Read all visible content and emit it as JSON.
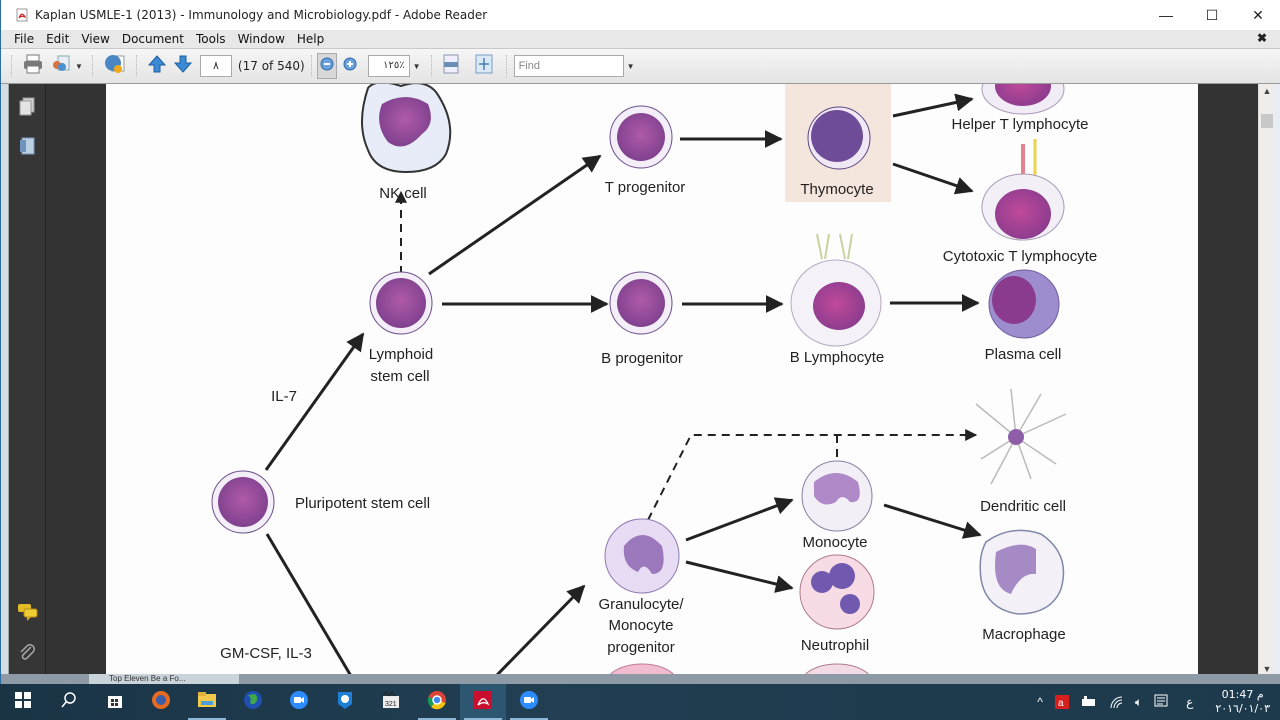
{
  "window": {
    "title": "Kaplan USMLE-1 (2013) - Immunology and Microbiology.pdf - Adobe Reader",
    "controls": {
      "minimize": "—",
      "maximize": "☐",
      "close": "✕"
    }
  },
  "menubar": {
    "items": [
      "File",
      "Edit",
      "View",
      "Document",
      "Tools",
      "Window",
      "Help"
    ],
    "close_doc": "✖"
  },
  "toolbar": {
    "page_input": "٨",
    "page_count": "(17 of 540)",
    "zoom_value": "١٢٥٪",
    "find_placeholder": "Find",
    "icons": [
      "print-icon",
      "share-icon",
      "collaborate-icon",
      "previous-page-icon",
      "next-page-icon",
      "zoom-out-icon",
      "zoom-in-icon",
      "fit-width-icon",
      "fit-page-icon"
    ]
  },
  "nav_pane": {
    "icons": [
      "pages-icon",
      "bookmarks-icon",
      "comments-icon",
      "attachments-icon"
    ]
  },
  "diagram": {
    "labels": {
      "nk_cell": "NK cell",
      "t_progenitor": "T progenitor",
      "thymocyte": "Thymocyte",
      "helper_t": "Helper T lymphocyte",
      "cytotoxic_t": "Cytotoxic T lymphocyte",
      "lymphoid_1": "Lymphoid",
      "lymphoid_2": "stem cell",
      "b_progenitor": "B progenitor",
      "b_lymphocyte": "B Lymphocyte",
      "plasma_cell": "Plasma cell",
      "il7": "IL-7",
      "pluripotent": "Pluripotent stem cell",
      "dendritic": "Dendritic cell",
      "monocyte": "Monocyte",
      "macrophage": "Macrophage",
      "gm_1": "Granulocyte/",
      "gm_2": "Monocyte",
      "gm_3": "progenitor",
      "neutrophil": "Neutrophil",
      "gmcsf": "GM-CSF, IL-3"
    },
    "colors": {
      "nucleus": "#8a4a9e",
      "nucleus_dark": "#6b3d8f",
      "cytoplasm": "#efe6f3",
      "thymocyte_bg": "#f4e6dc",
      "neutrophil_cyto": "#f7dce6",
      "arrow": "#222222"
    }
  },
  "taskbar": {
    "items": [
      "start-icon",
      "search-icon",
      "store-icon",
      "firefox-icon",
      "file-explorer-icon",
      "globe-icon",
      "zoom-app-icon",
      "teamviewer-icon",
      "media-player-icon",
      "chrome-icon",
      "adobe-reader-icon",
      "zoom-app-icon-2"
    ],
    "background_window_label": "Top Eleven Be a Fo...",
    "tray": {
      "language": "ع",
      "time": "01:47 م",
      "date": "٢٠١٦/٠١/٠٣"
    }
  }
}
